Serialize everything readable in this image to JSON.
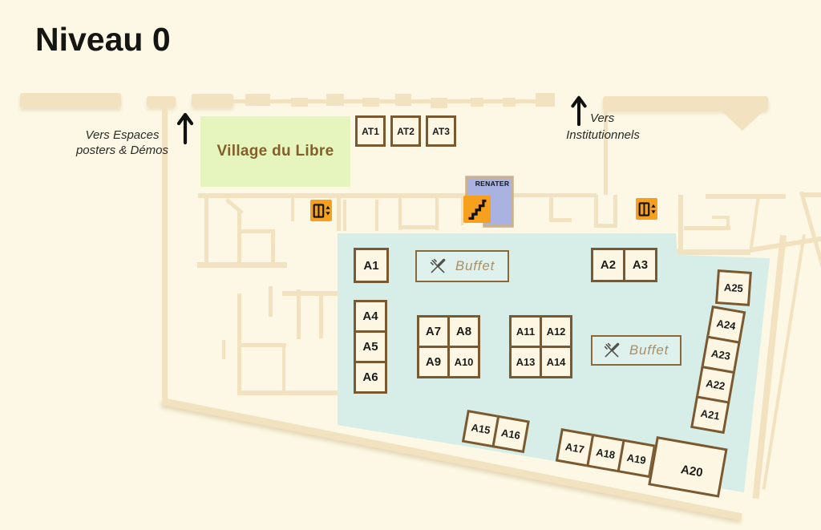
{
  "title": "Niveau 0",
  "directions": {
    "posters": {
      "lines": [
        "Vers Espaces",
        "posters & Démos"
      ]
    },
    "institutionnels": {
      "lines": [
        "Vers",
        "Institutionnels"
      ]
    }
  },
  "areas": {
    "village": "Village du Libre",
    "renater": "RENATER",
    "buffet1": "Buffet",
    "buffet2": "Buffet"
  },
  "workshops": {
    "at1": "AT1",
    "at2": "AT2",
    "at3": "AT3"
  },
  "booths": {
    "a1": "A1",
    "a2": "A2",
    "a3": "A3",
    "a4": "A4",
    "a5": "A5",
    "a6": "A6",
    "a7": "A7",
    "a8": "A8",
    "a9": "A9",
    "a10": "A10",
    "a11": "A11",
    "a12": "A12",
    "a13": "A13",
    "a14": "A14",
    "a15": "A15",
    "a16": "A16",
    "a17": "A17",
    "a18": "A18",
    "a19": "A19",
    "a20": "A20",
    "a21": "A21",
    "a22": "A22",
    "a23": "A23",
    "a24": "A24",
    "a25": "A25"
  },
  "icons": {
    "stairs": "stairs-icon",
    "elevator": "elevator-icon",
    "cutlery": "cutlery-icon",
    "arrow_up": "arrow-up-icon"
  },
  "colors": {
    "background": "#FCF8E5",
    "walls": "#F3E2C0",
    "exhibit_area": "#D6EDE8",
    "booth_fill": "#FCF6E3",
    "booth_border": "#7B5930",
    "village_green": "#E6F5BE",
    "village_text": "#82602C",
    "renater_fill": "#A9B2E1",
    "renater_border": "#C9B28D",
    "icon_orange": "#F6A01D",
    "buffet_text": "#A8906A"
  }
}
